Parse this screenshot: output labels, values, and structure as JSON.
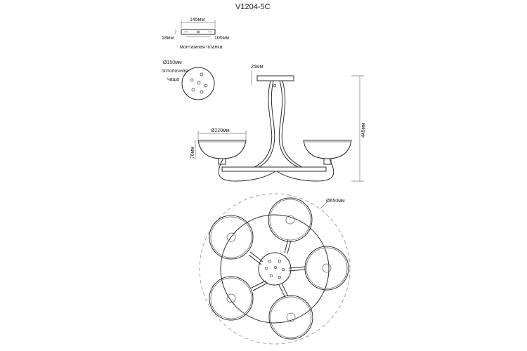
{
  "model": "V1204-5C",
  "mounting_plate": {
    "width_label": "145мм",
    "height_label": "18мм",
    "hole_label": "100мм",
    "caption": "монтажная планка"
  },
  "ceiling_cup": {
    "diameter_label": "Ø150мм",
    "caption_line1": "потолочная",
    "caption_line2": "чаша"
  },
  "side_view": {
    "canopy_height_label": "25мм",
    "shade_diameter_label": "Ø220мм",
    "shade_height_label": "76мм",
    "total_height_label": "445мм"
  },
  "top_view": {
    "span_label": "Ø650мм",
    "shade_count": 5
  }
}
